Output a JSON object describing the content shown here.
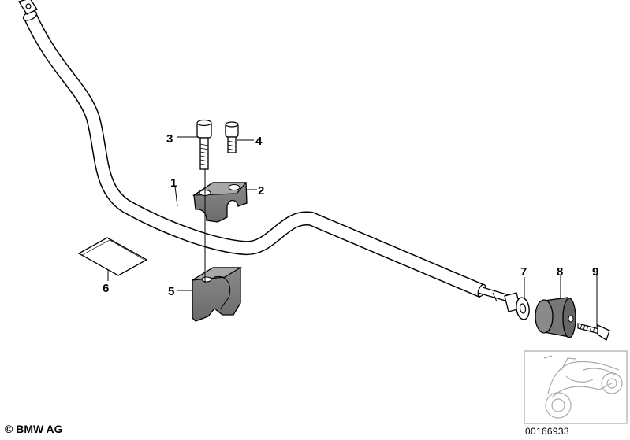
{
  "diagram": {
    "callouts": [
      "1",
      "2",
      "3",
      "4",
      "5",
      "6",
      "7",
      "8",
      "9"
    ]
  },
  "footer": {
    "copyright": "© BMW AG",
    "image_number": "00166933"
  }
}
